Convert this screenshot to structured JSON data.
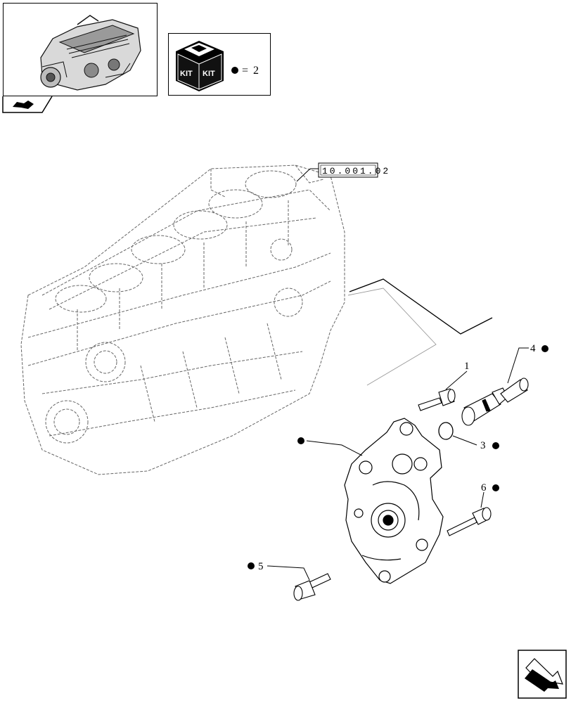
{
  "header": {
    "kit_label_left": "KIT",
    "kit_label_right": "KIT",
    "kit_equals": "=",
    "kit_count": "2"
  },
  "diagram": {
    "reference": "10.001.02",
    "callouts": [
      {
        "id": "1",
        "kit": false
      },
      {
        "id": "3",
        "kit": true
      },
      {
        "id": "4",
        "kit": true
      },
      {
        "id": "5",
        "kit": true
      },
      {
        "id": "6",
        "kit": true
      }
    ]
  },
  "icons": [
    "engine-thumbnail-icon",
    "book-icon",
    "kit-box-icon",
    "kit-bullet-icon",
    "next-page-arrow-icon"
  ]
}
